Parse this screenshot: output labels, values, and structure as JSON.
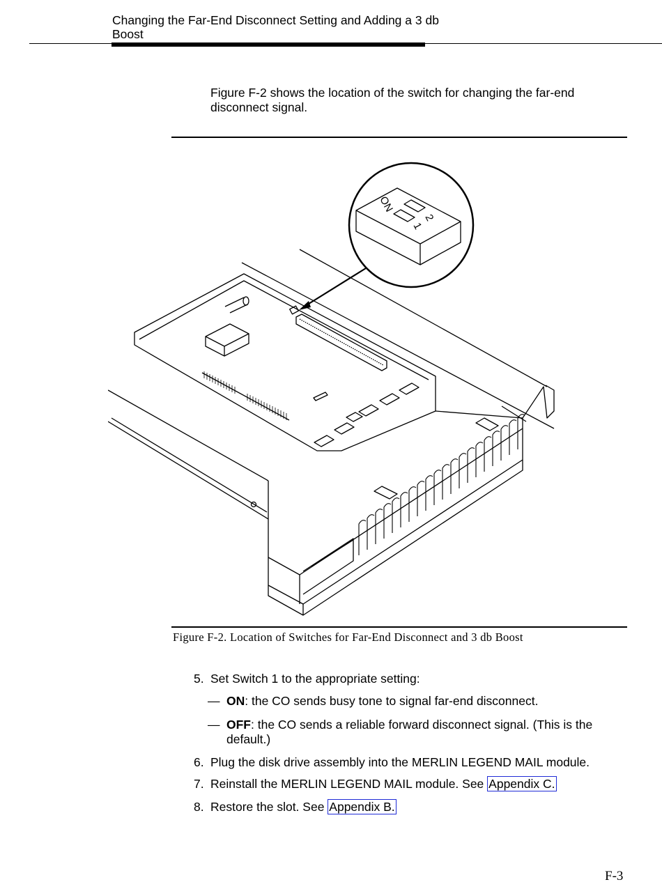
{
  "header": {
    "title": "Changing the Far-End Disconnect Setting and Adding a 3 db Boost"
  },
  "intro": "Figure F-2 shows the location of the switch for changing the far-end disconnect signal.",
  "figure": {
    "switch_label_on": "ON",
    "switch_label_1": "1",
    "switch_label_2": "2",
    "caption": "Figure F-2.  Location of Switches for Far-End Disconnect and 3 db Boost"
  },
  "steps": [
    {
      "number": "5.",
      "text": "Set Switch 1 to the appropriate setting:"
    },
    {
      "number": "6.",
      "text": "Plug the disk drive assembly into the MERLIN LEGEND MAIL module."
    },
    {
      "number": "7.",
      "text": "Reinstall the MERLIN LEGEND MAIL module. See",
      "link": "Appendix C."
    },
    {
      "number": "8.",
      "text": "Restore the slot. See",
      "link": "Appendix B."
    }
  ],
  "options": [
    {
      "dash": "—",
      "label": "ON",
      "text": ":  the CO sends busy tone to signal far-end disconnect."
    },
    {
      "dash": "—",
      "label": "OFF",
      "text": ":  the CO sends a reliable forward disconnect signal. (This is the default.)"
    }
  ],
  "footer": {
    "page_number": "F-3"
  }
}
